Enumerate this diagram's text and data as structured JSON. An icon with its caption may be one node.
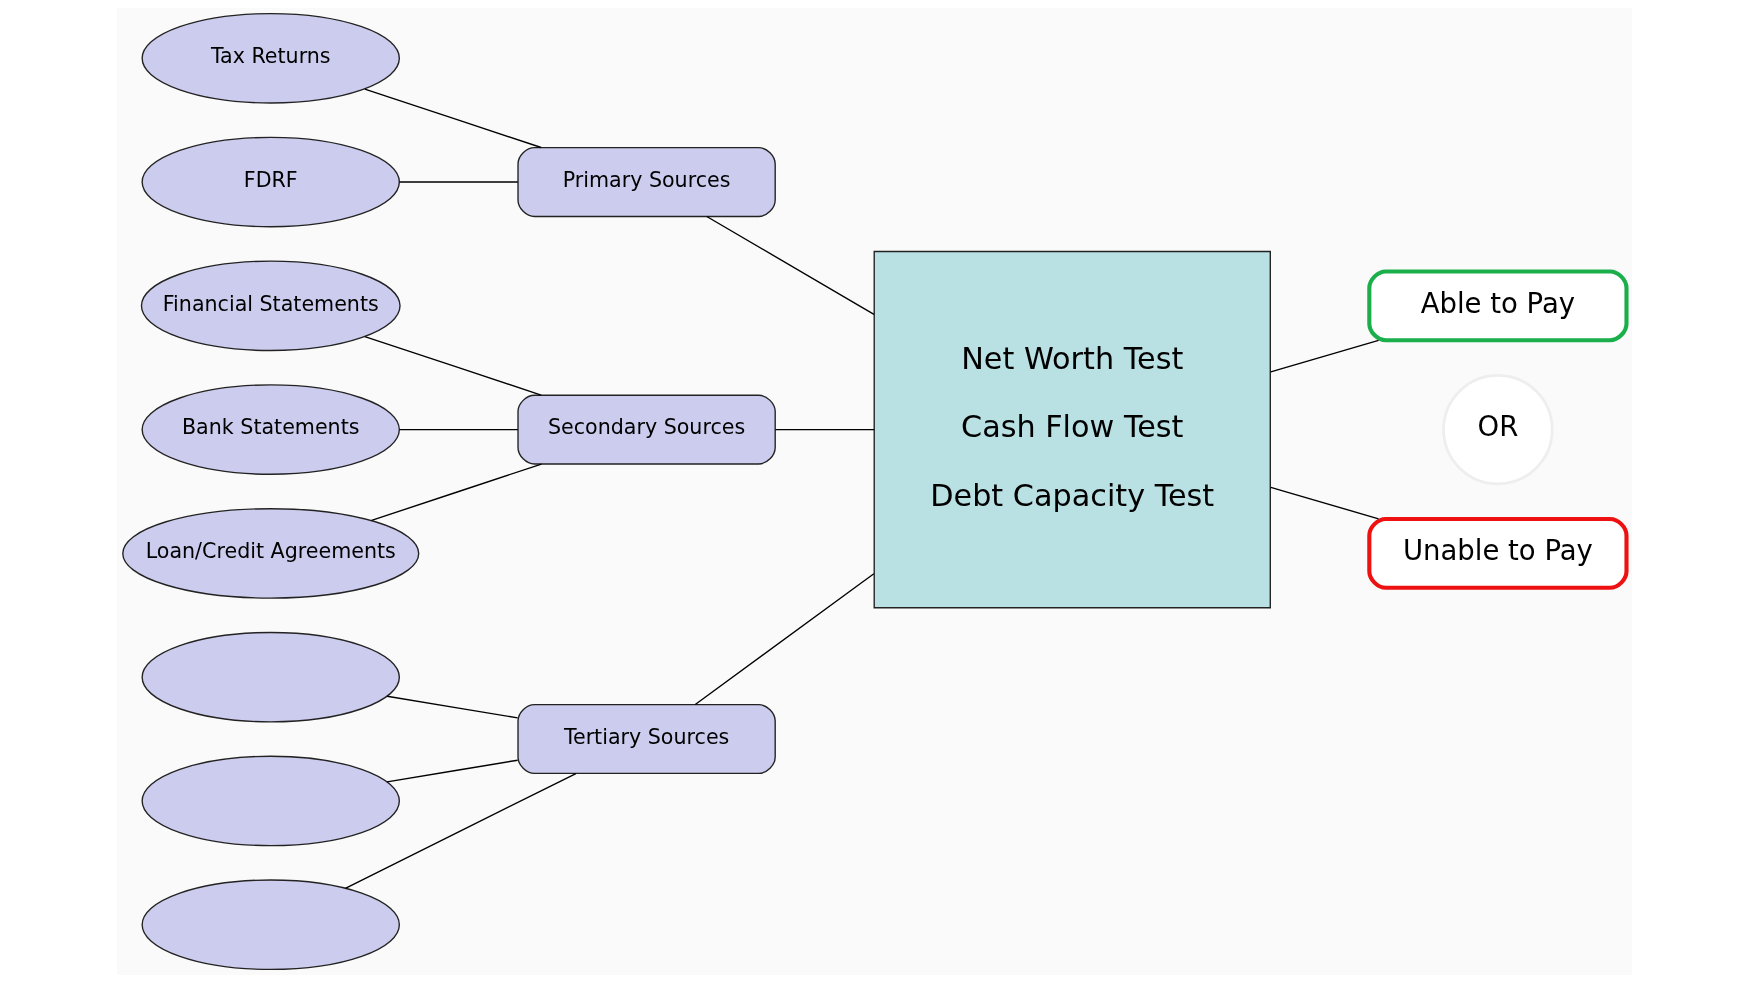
{
  "diagram": {
    "nodes": [
      {
        "text": [
          "Tax Returns"
        ]
      },
      {
        "text": [
          "FDRF"
        ]
      },
      {
        "text": [
          "Primary Sources"
        ]
      },
      {
        "text": [
          "Financial Statements"
        ]
      },
      {
        "text": [
          "Bank Statements"
        ]
      },
      {
        "text": [
          "Loan/Credit Agreements"
        ]
      },
      {
        "text": [
          "Secondary Sources"
        ]
      },
      {
        "text": [],
        "shape": "ellipse"
      },
      {
        "text": [],
        "shape": "ellipse"
      },
      {
        "text": [],
        "shape": "ellipse"
      },
      {
        "text": [
          "Tertiary Sources"
        ]
      },
      {
        "text": [
          "Net Worth Test",
          "Cash Flow Test",
          "Debt Capacity Test"
        ]
      },
      {
        "text": [
          "Able to Pay"
        ]
      },
      {
        "text": [
          "OR"
        ]
      },
      {
        "text": [
          "Unable to Pay"
        ]
      }
    ],
    "edges": [
      {
        "from": 0,
        "to": 2,
        "arrow": "none"
      },
      {
        "from": 1,
        "to": 2,
        "arrow": "none"
      },
      {
        "from": 3,
        "to": 6,
        "arrow": "none"
      },
      {
        "from": 4,
        "to": 6,
        "arrow": "none"
      },
      {
        "from": 5,
        "to": 6,
        "arrow": "none"
      },
      {
        "from": 7,
        "to": 10,
        "arrow": "none"
      },
      {
        "from": 8,
        "to": 10,
        "arrow": "none"
      },
      {
        "from": 9,
        "to": 10,
        "arrow": "none"
      },
      {
        "from": 2,
        "to": 11,
        "arrow": "none"
      },
      {
        "from": 6,
        "to": 11,
        "arrow": "none"
      },
      {
        "from": 10,
        "to": 11,
        "arrow": "none"
      },
      {
        "from": 11,
        "to": 12,
        "arrow": "none"
      },
      {
        "from": 11,
        "to": 14,
        "arrow": "none"
      }
    ]
  }
}
